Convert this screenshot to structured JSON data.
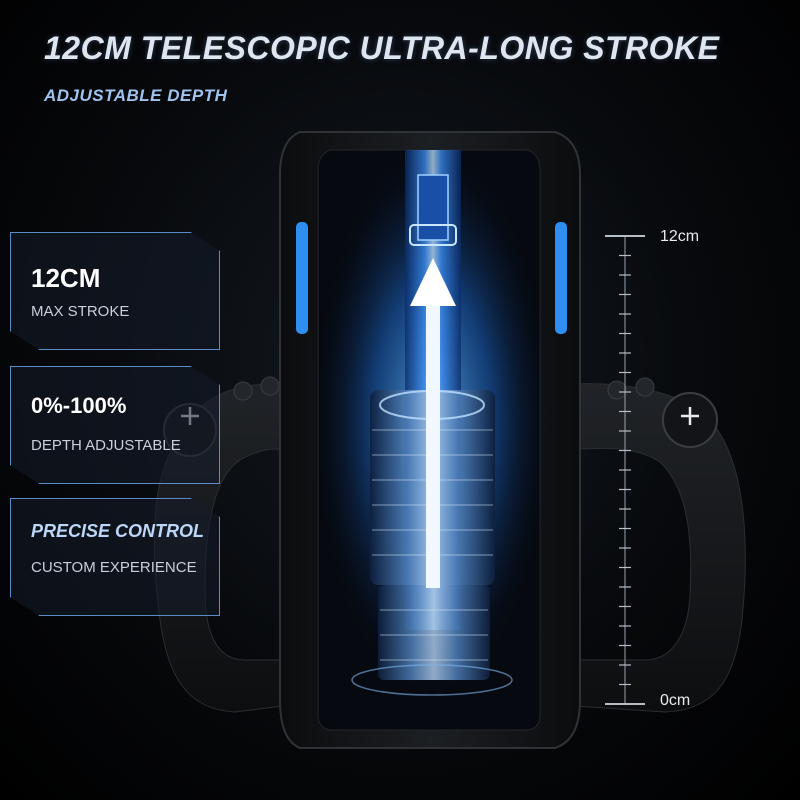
{
  "header": {
    "headline": "12CM TELESCOPIC ULTRA-LONG STROKE",
    "subhead": "ADJUSTABLE DEPTH"
  },
  "features": [
    {
      "title": "12CM",
      "desc": "MAX STROKE"
    },
    {
      "title": "0%-100%",
      "desc": "DEPTH ADJUSTABLE"
    },
    {
      "title": "PRECISE CONTROL",
      "desc": "CUSTOM EXPERIENCE"
    }
  ],
  "scale": {
    "top_label": "12cm",
    "bottom_label": "0cm"
  },
  "colors": {
    "accent_blue": "#2f8ff0",
    "panel_border": "#5c8bc9",
    "device_body": "#16181b"
  },
  "icons": [
    "plus-icon",
    "up-arrow-icon"
  ]
}
